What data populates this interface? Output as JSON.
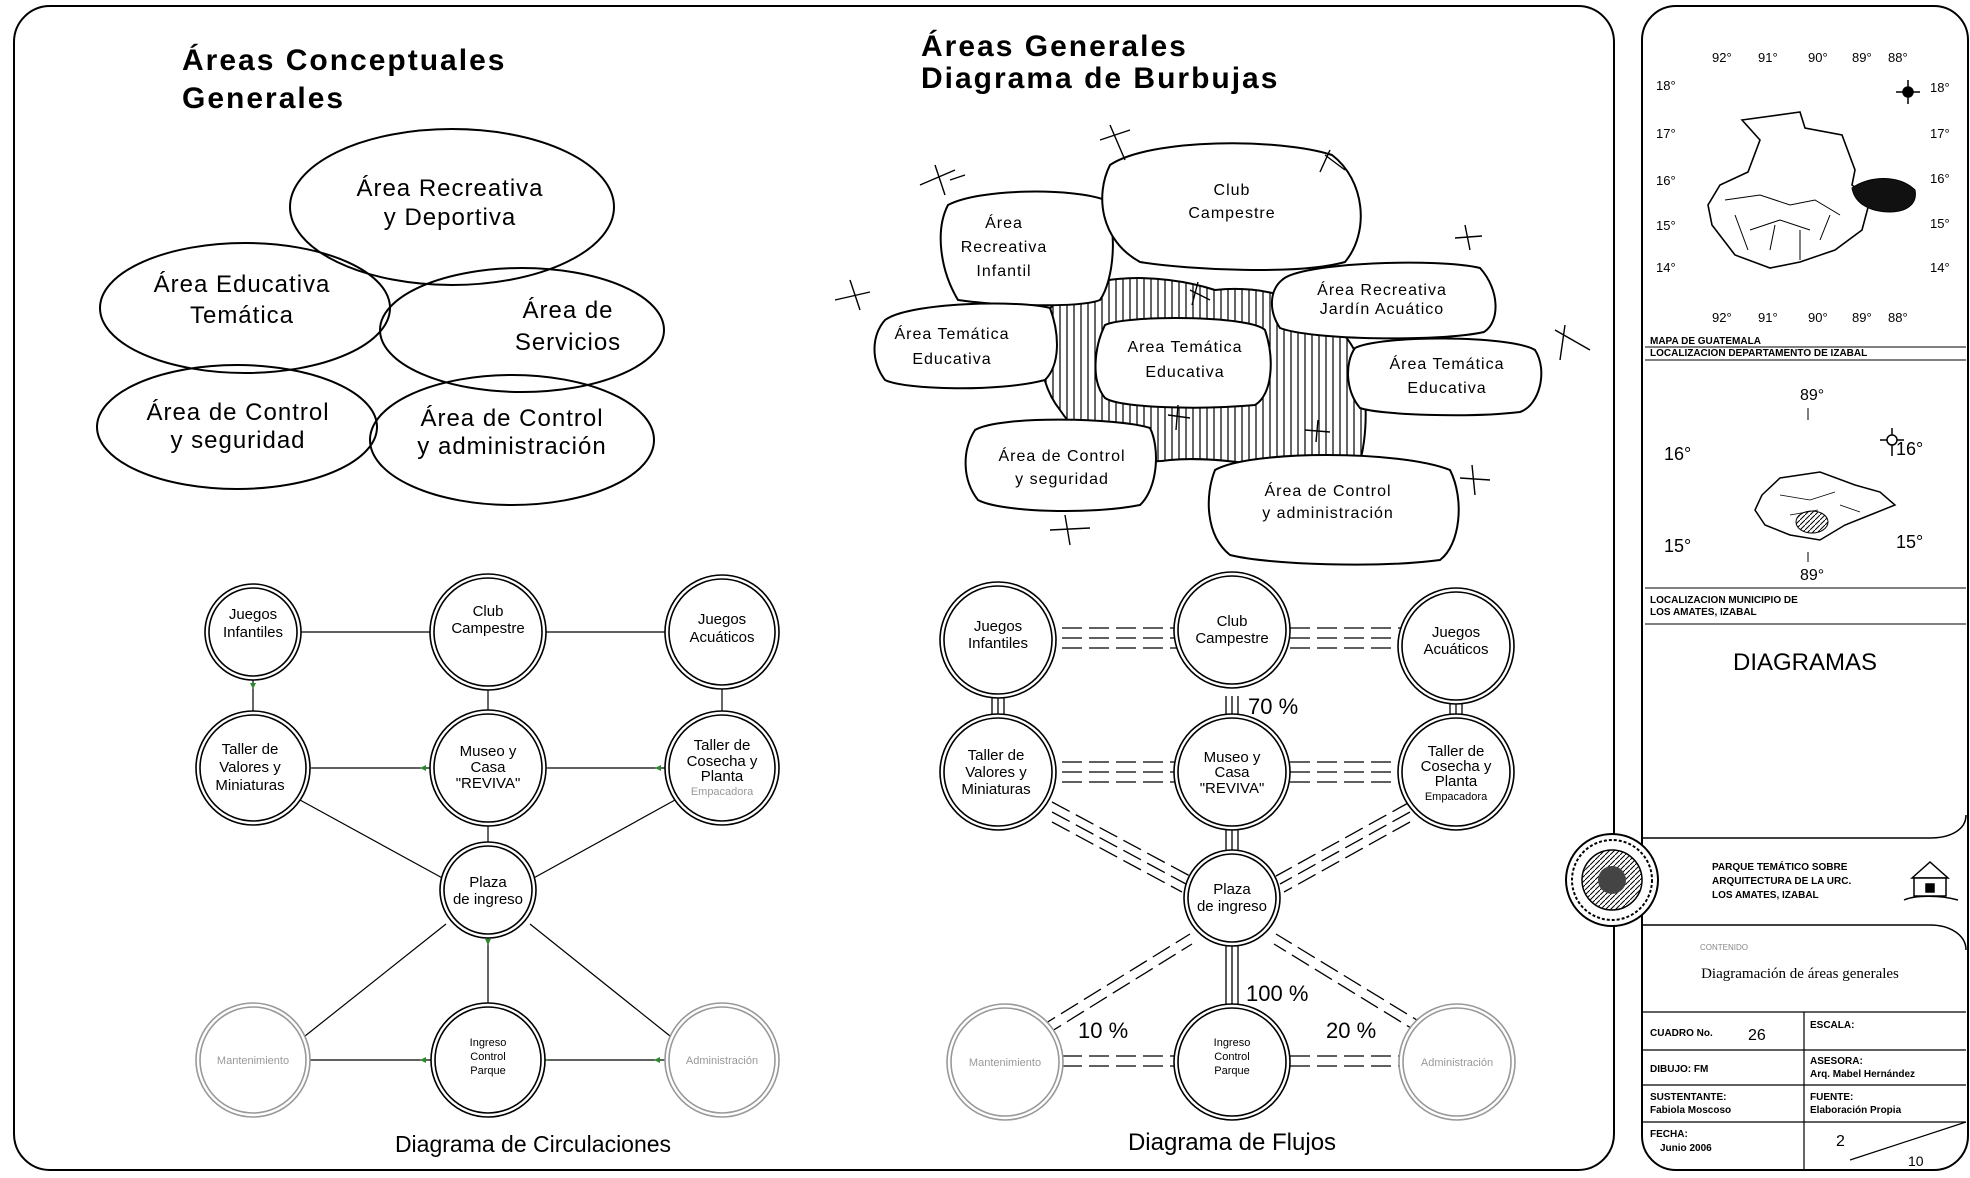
{
  "left": {
    "title_line1": "Áreas Conceptuales",
    "title_line2": "Generales",
    "ellipses": [
      {
        "l1": "Área Recreativa",
        "l2": "y Deportiva"
      },
      {
        "l1": "Área Educativa",
        "l2": "Temática"
      },
      {
        "l1": "Área de",
        "l2": "Servicios"
      },
      {
        "l1": "Área de Control",
        "l2": "y seguridad"
      },
      {
        "l1": "Área de Control",
        "l2": "y administración"
      }
    ],
    "circulation_caption": "Diagrama de Circulaciones"
  },
  "bubbles": {
    "title_line1": "Áreas Generales",
    "title_line2": "Diagrama de Burbujas",
    "items": [
      {
        "lines": [
          "Área",
          "Recreativa",
          "Infantil"
        ]
      },
      {
        "lines": [
          "Club",
          "Campestre"
        ]
      },
      {
        "lines": [
          "Área Recreativa",
          "Jardín Acuático"
        ]
      },
      {
        "lines": [
          "Área Temática",
          "Educativa"
        ]
      },
      {
        "lines": [
          "Area Temática",
          "Educativa"
        ]
      },
      {
        "lines": [
          "Área Temática",
          "Educativa"
        ]
      },
      {
        "lines": [
          "Área de Control",
          "y seguridad"
        ]
      },
      {
        "lines": [
          "Área de Control",
          "y administración"
        ]
      }
    ]
  },
  "nodes": {
    "juegos_infantiles": [
      "Juegos",
      "Infantiles"
    ],
    "club_campestre": [
      "Club",
      "Campestre"
    ],
    "juegos_acuaticos": [
      "Juegos",
      "Acuáticos"
    ],
    "taller_valores": [
      "Taller de",
      "Valores y",
      "Miniaturas"
    ],
    "museo": [
      "Museo y",
      "Casa",
      "\"REVIVA\""
    ],
    "taller_cosecha": [
      "Taller de",
      "Cosecha y",
      "Planta",
      "Empacadora"
    ],
    "plaza": [
      "Plaza",
      "de ingreso"
    ],
    "mantenimiento": [
      "Mantenimiento"
    ],
    "ingreso": [
      "Ingreso",
      "Control",
      "Parque"
    ],
    "administracion": [
      "Administración"
    ]
  },
  "flujos": {
    "caption": "Diagrama de Flujos",
    "pct_70": "70 %",
    "pct_100": "100 %",
    "pct_10": "10 %",
    "pct_20": "20 %"
  },
  "map1": {
    "top_lon": [
      "92°",
      "91°",
      "90°",
      "89°",
      "88°"
    ],
    "bot_lon": [
      "92°",
      "91°",
      "90°",
      "89°",
      "88°"
    ],
    "left_lat": [
      "18°",
      "17°",
      "16°",
      "15°",
      "14°"
    ],
    "right_lat": [
      "18°",
      "17°",
      "16°",
      "15°",
      "14°"
    ],
    "caption1": "MAPA DE GUATEMALA",
    "caption2": "LOCALIZACION DEPARTAMENTO DE IZABAL"
  },
  "map2": {
    "top": "89°",
    "bottom": "89°",
    "left_16": "16°",
    "right_16": "16°",
    "left_15": "15°",
    "right_15": "15°",
    "caption1": "LOCALIZACION MUNICIPIO DE",
    "caption2": "LOS AMATES, IZABAL"
  },
  "title_block": {
    "diagramas": "DIAGRAMAS",
    "project": [
      "PARQUE TEMÁTICO SOBRE",
      "ARQUITECTURA DE LA URC.",
      "LOS AMATES, IZABAL"
    ],
    "contenido_label": "CONTENIDO",
    "contenido": "Diagramación de áreas generales",
    "cuadro_label": "CUADRO No.",
    "cuadro_value": "26",
    "escala_label": "ESCALA:",
    "dibujo": "DIBUJO: FM",
    "asesora_label": "ASESORA:",
    "asesora": "Arq. Mabel Hernández",
    "sustentante_label": "SUSTENTANTE:",
    "sustentante": "Fabiola Moscoso",
    "fuente_label": "FUENTE:",
    "fuente": "Elaboración Propia",
    "fecha_label": "FECHA:",
    "fecha": "Junio 2006",
    "sheet": "2",
    "total": "10"
  }
}
